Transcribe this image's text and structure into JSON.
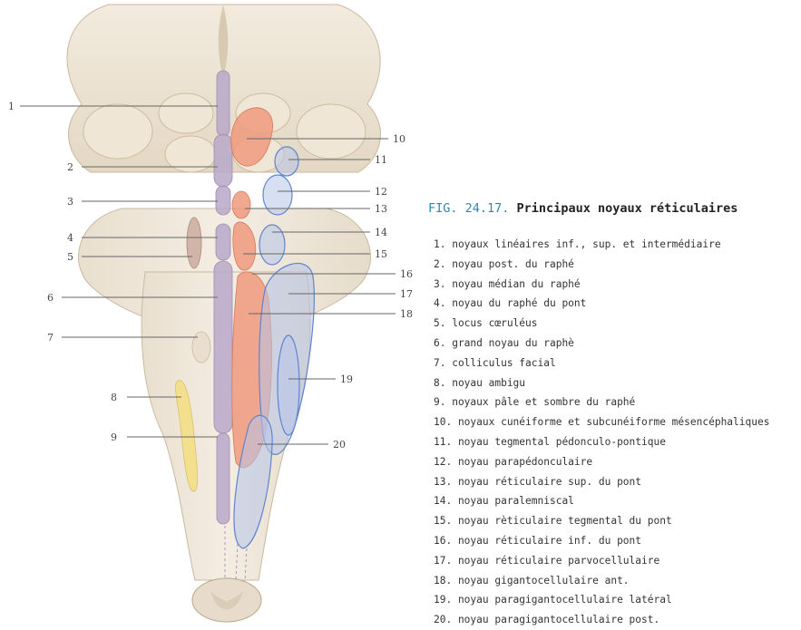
{
  "caption": {
    "number": "FIG. 24.17.",
    "title": "Principaux noyaux réticulaires"
  },
  "colors": {
    "raphe": "#b9a8c9",
    "orange": "#ee9a7e",
    "blue": "#6c8fd6",
    "yellow": "#f3e08e",
    "leader": "#555555"
  },
  "labels": [
    "1",
    "2",
    "3",
    "4",
    "5",
    "6",
    "7",
    "8",
    "9",
    "10",
    "11",
    "12",
    "13",
    "14",
    "15",
    "16",
    "17",
    "18",
    "19",
    "20"
  ],
  "legend": [
    "1. noyaux linéaires inf., sup. et intermédiaire",
    "2. noyau post. du raphé",
    "3. noyau médian du raphé",
    "4. noyau du raphé du pont",
    "5. locus cœruléus",
    "6. grand noyau du raphè",
    "7. colliculus facial",
    "8. noyau ambigu",
    "9. noyaux pâle et sombre du raphé",
    "10. noyaux cunéiforme et subcunéiforme mésencéphaliques",
    "11. noyau tegmental pédonculo-pontique",
    "12. noyau parapédonculaire",
    "13. noyau réticulaire sup. du pont",
    "14. noyau paralemniscal",
    "15. noyau rèticulaire tegmental du pont",
    "16. noyau réticulaire inf. du pont",
    "17. noyau réticulaire parvocellulaire",
    "18. noyau gigantocellulaire ant.",
    "19. noyau paragigantocellulaire latéral",
    "20. noyau paragigantocellulaire post."
  ]
}
